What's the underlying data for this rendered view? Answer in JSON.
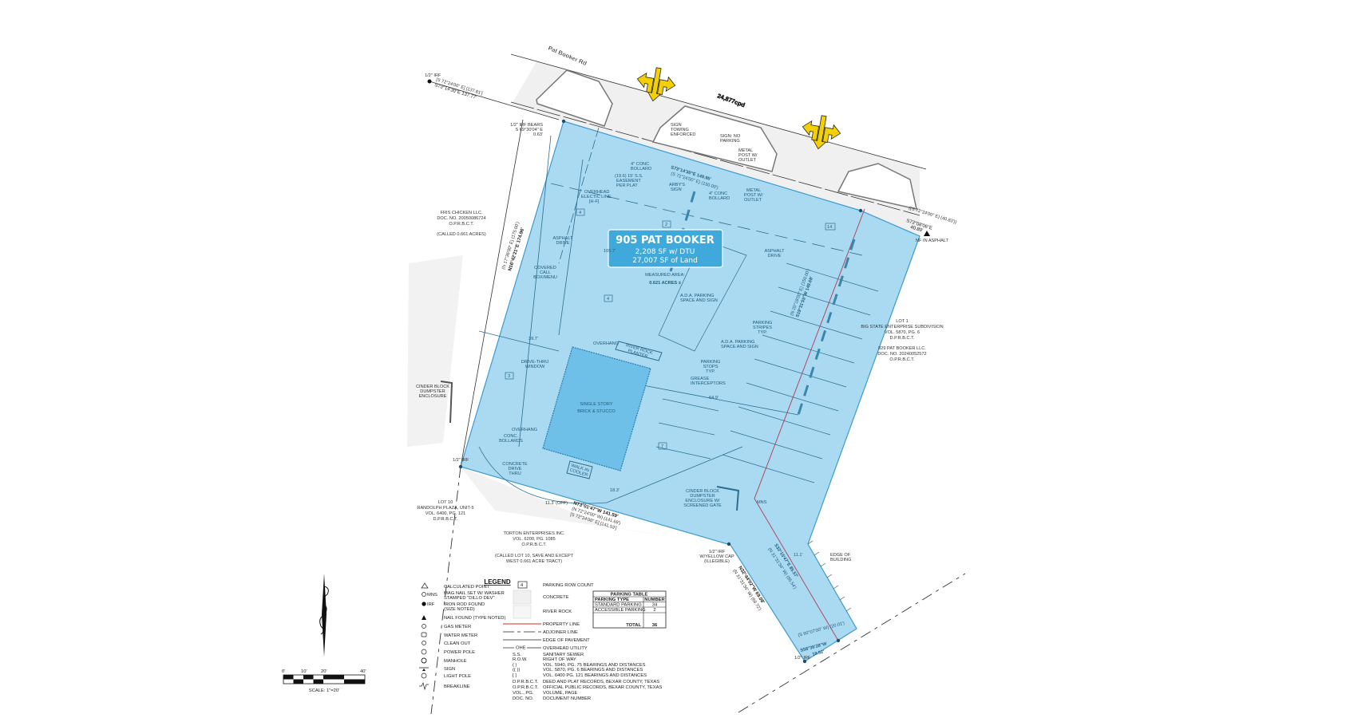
{
  "colors": {
    "parcel_fill": "#a5d8f1",
    "parcel_stroke": "#3d9bd0",
    "building_fill": "#6fc0e8",
    "callout_fill": "#3fa9dc",
    "property_line": "#d9534f",
    "arrow_yellow": "#f5d000"
  },
  "map": {
    "road_name": "Pat Booker Rd",
    "traffic_count": "24,877cpd"
  },
  "callout": {
    "title": "905 PAT BOOKER",
    "line1": "2,208 SF w/ DTU",
    "line2": "27,007 SF of Land"
  },
  "measured": {
    "label": "MEASURED AREA:",
    "value": "0.621 ACRES ±"
  },
  "adjoiners": {
    "fris": [
      "FRIS CHICKEN LLC.",
      "DOC. NO. 20050086724",
      "O.P.R.B.C.T.",
      "(CALLED 0.661 ACRES)"
    ],
    "lot1": [
      "LOT 1",
      "BIG STATE ENTERPRISE SUBDIVISION",
      "VOL. 5870, PG. 6",
      "D.P.R.B.C.T.",
      "829 PAT BOOKER LLC.",
      "DOC. NO. 20240052572",
      "O.P.R.B.C.T."
    ],
    "lot10": [
      "LOT 10",
      "RANDOLPH PLAZA, UNIT-5",
      "VOL. 6400, PG. 121",
      "D.P.R.B.C.T."
    ],
    "torton": [
      "TORTON ENTERPRISES INC.",
      "VOL. 6200, PG. 1085",
      "O.P.R.B.C.T.",
      "(CALLED LOT 10, SAVE AND EXCEPT",
      "WEST 0.661 ACRE TRACT)"
    ]
  },
  "bearings": {
    "top_left_rec": "[S 72°24'00\" E] [137.81']",
    "top_left": "S73°14'30\"E  137.77'",
    "top_left_pin": "1/2\" IRF",
    "irf_bears": [
      "1/2\" IRF BEARS",
      "S 69°30'04\" E",
      "0.63'"
    ],
    "north": "S73°14'30\"E  149.95'",
    "north_rec": "(S 72°24'00\" E) (150.00')",
    "ne": "S73°08'06\"E",
    "ne_dist": "40.89'",
    "ne_rec": "((S 72°24'00\" E) (40.83'))",
    "nf": "NF IN ASPHALT",
    "west": "N16°42'21\"E  174.96'",
    "west_rec": "(N 17°36'00\" E) (175.00')",
    "east": "S19°31'55\"W  149.68'",
    "east_rec": "(N 20°18'00\" E) (150.00')",
    "south": "N73°01'47\"W  141.59'",
    "south_rec1": "(N 72°24'00\" W) (141.69')",
    "south_rec2": "[S 72°24'00\" E] [141.53']",
    "offset": "11.3' (OFF)",
    "strip_e": "S32°15'47\"E  85.57'",
    "strip_e_rec": "(N 31°31'34\" W) (85.54')",
    "strip_w": "N32°44'02\"W  69.08'",
    "strip_w_rec": "(N 31°31'34\" W) (69.72')",
    "strip_s": "S58°36'28\"W",
    "strip_s_dist": "19.52'",
    "strip_s_rec": "(S 60°07'00\" W) (20.01')",
    "yellow_cap": [
      "1/2\" IRF",
      "W/YELLOW CAP",
      "(ILLEGIBLE)"
    ],
    "irf": "1/2\" IRF"
  },
  "features": {
    "asphalt_w": [
      "ASPHALT",
      "DRIVE"
    ],
    "asphalt_e": [
      "ASPHALT",
      "DRIVE"
    ],
    "building": [
      "SINGLE STORY",
      "BRICK & STUCCO"
    ],
    "sign_towing": [
      "SIGN",
      "TOWING",
      "ENFORCED"
    ],
    "sign_no_parking": [
      "SIGN: NO",
      "PARKING"
    ],
    "metal_post_1": [
      "METAL",
      "POST W/",
      "OUTLET"
    ],
    "metal_post_2": [
      "METAL",
      "POST W/",
      "OUTLET"
    ],
    "bollard_1": [
      "4\" CONC",
      "BOLLARD"
    ],
    "bollard_2": [
      "4\" CONC",
      "BOLLARD"
    ],
    "easement": [
      "(19.6) 15' S.S.",
      "EASEMENT",
      "PER PLAT"
    ],
    "overhead": [
      "OVERHEAD",
      "ELECTIC LINE",
      "[H-F]"
    ],
    "arbys": [
      "ARBY'S",
      "SIGN"
    ],
    "call_box": [
      "COVERED",
      "CALL",
      "BOX/MENU"
    ],
    "ada_1": [
      "A.D.A. PARKING",
      "SPACE AND SIGN"
    ],
    "ada_2": [
      "A.D.A. PARKING",
      "SPACE AND SIGN"
    ],
    "stripes": [
      "PARKING",
      "STRIPES",
      "TYP."
    ],
    "stops": [
      "PARKING",
      "STOPS",
      "TYP."
    ],
    "grease": [
      "GREASE",
      "INTERCEPTORS"
    ],
    "planter": [
      "RIVER ROCK",
      "PLANTER"
    ],
    "overhang_1": "OVERHANG",
    "overhang_2": "OVERHANG",
    "drive_thru": [
      "DRIVE-THRU",
      "WINDOW"
    ],
    "bollards": [
      "CONC.",
      "BOLLARDS"
    ],
    "concrete_drive": [
      "CONCRETE",
      "DRIVE",
      "THRU"
    ],
    "cooler": [
      "WALK-IN",
      "COOLER"
    ],
    "dumpster_e": [
      "CINDER BLOCK",
      "DUMPSTER",
      "ENCLOSURE W/",
      "SCREENED GATE"
    ],
    "dumpster_w": [
      "CINDER BLOCK",
      "DUMPSTER",
      "ENCLOSURE"
    ],
    "edge_building": [
      "EDGE OF",
      "BUILDING"
    ],
    "mns": "MNS",
    "dims": {
      "d1": "39.7'",
      "d2": "64.9'",
      "d3": "18.3'",
      "d4": "105.7'",
      "d5": "11.1'"
    },
    "rows": {
      "r1": "4",
      "r2": "2",
      "r3": "14",
      "r4": "4",
      "r5": "3",
      "r6": "7"
    }
  },
  "legend": {
    "title": "LEGEND",
    "symbols": [
      {
        "icon": "triangle-outline",
        "label": "CALCULATED POINT"
      },
      {
        "icon": "mag-nail",
        "code": "MNS",
        "label": [
          "MAG NAIL SET W/ WASHER",
          "STAMPED \"DILLO DEV\""
        ]
      },
      {
        "icon": "filled-circle",
        "code": "IRF",
        "label": [
          "IRON ROD FOUND",
          "(SIZE NOTED)"
        ]
      },
      {
        "icon": "filled-triangle",
        "label": "NAIL FOUND (TYPE NOTED)"
      },
      {
        "icon": "gas-meter",
        "label": "GAS METER"
      },
      {
        "icon": "water-meter",
        "label": "WATER METER"
      },
      {
        "icon": "clean-out",
        "label": "CLEAN OUT"
      },
      {
        "icon": "power-pole",
        "label": "POWER POLE"
      },
      {
        "icon": "manhole",
        "label": "MANHOLE"
      },
      {
        "icon": "sign",
        "label": "SIGN"
      },
      {
        "icon": "light-pole",
        "label": "LIGHT POLE"
      },
      {
        "icon": "breakline",
        "label": "BREAKLINE"
      }
    ],
    "lines": [
      {
        "sample": "4",
        "label": "PARKING ROW COUNT"
      },
      {
        "label": "CONCRETE"
      },
      {
        "label": "RIVER ROCK"
      },
      {
        "label": "PROPERTY LINE"
      },
      {
        "label": "ADJOINER LINE"
      },
      {
        "label": "EDGE OF PAVEMENT"
      },
      {
        "sample": "OHE",
        "label": "OVERHEAD UTILITY"
      }
    ],
    "abbrev": [
      {
        "k": "S.S.",
        "v": "SANITARY SEWER"
      },
      {
        "k": "R.O.W.",
        "v": "RIGHT OF WAY"
      },
      {
        "k": "(        )",
        "v": "VOL. 5940, PG. 75 BEARINGS AND DISTANCES"
      },
      {
        "k": "((        ))",
        "v": "VOL. 5870, PG. 6 BEARINGS AND DISTANCES"
      },
      {
        "k": "[        ]",
        "v": "VOL. 6400 PG. 121 BEARINGS AND DISTANCES"
      },
      {
        "k": "D.P.R.B.C.T.",
        "v": "DEED AND PLAT RECORDS, BEXAR COUNTY, TEXAS"
      },
      {
        "k": "O.P.R.B.C.T.",
        "v": "OFFICIAL PUBLIC RECORDS, BEXAR COUNTY, TEXAS"
      },
      {
        "k": "VOL., PG.",
        "v": "VOLUME, PAGE"
      },
      {
        "k": "DOC. NO.",
        "v": "DOCUMENT NUMBER"
      }
    ]
  },
  "parking_table": {
    "title": "PARKING TABLE",
    "headers": [
      "PARKING TYPE",
      "NUMBER"
    ],
    "rows": [
      {
        "type": "STANDARD PARKING",
        "number": "34"
      },
      {
        "type": "ACCESSIBLE PARKING",
        "number": "2"
      }
    ],
    "total_label": "TOTAL",
    "total": "36"
  },
  "scale": {
    "ticks": [
      "0'",
      "10'",
      "20'",
      "40'"
    ],
    "label": "SCALE:  1\"=20'"
  }
}
